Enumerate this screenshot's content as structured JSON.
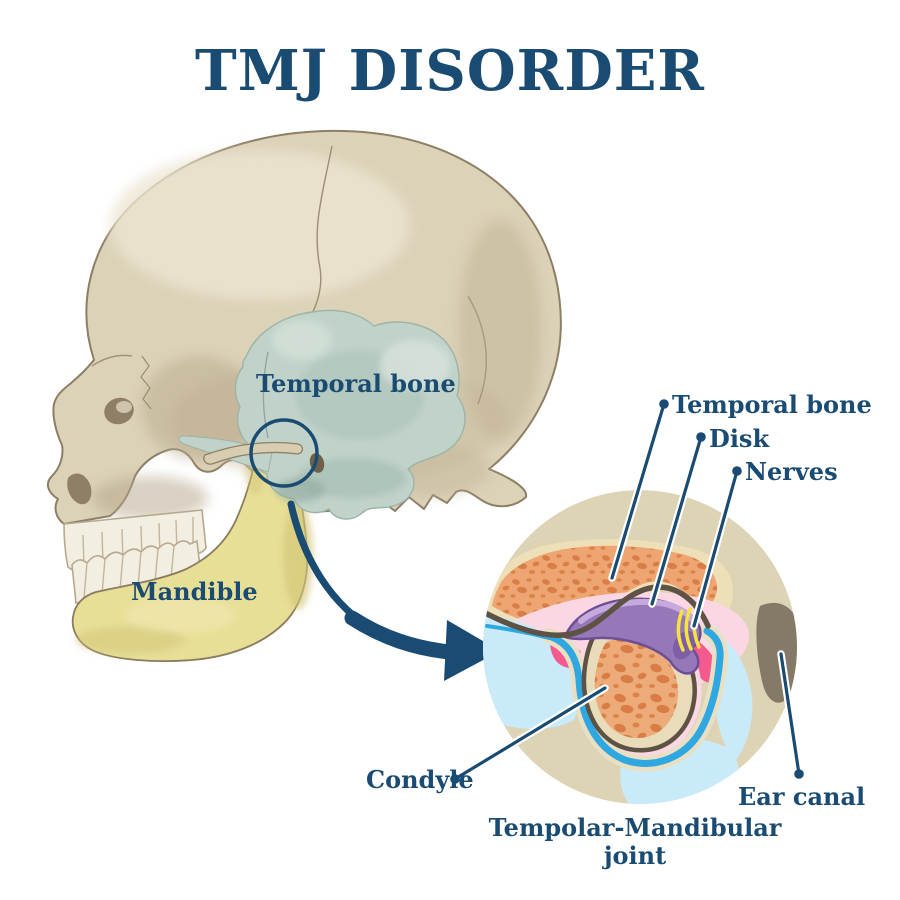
{
  "title": "TMJ DISORDER",
  "skull": {
    "labels": {
      "temporal_bone": "Temporal bone",
      "mandible": "Mandible"
    }
  },
  "detail": {
    "labels": {
      "temporal_bone": "Temporal bone",
      "disk": "Disk",
      "nerves": "Nerves",
      "condyle": "Condyle",
      "ear_canal": "Ear canal"
    },
    "caption_line1": "Tempolar-Mandibular",
    "caption_line2": "joint"
  },
  "colors": {
    "navy_text_and_lines": "#1a4b72",
    "skull_bone_cream": "#dcd2b8",
    "temporal_bone_region_sage": "#c1d3c9",
    "mandible_yellow": "#e8df97",
    "detail_background_tan": "#ddd3b5",
    "synovial_fluid_light_blue": "#c9ebf9",
    "capsule_blue_line": "#2fa7e0",
    "cartilage_light_pink": "#fbd7e3",
    "capsule_hot_pink": "#f4598f",
    "disk_purple": "#9678b8",
    "nerves_yellow": "#f7e33c",
    "spongy_bone_orange": "#eea571",
    "bone_outline_brown": "#5d5244",
    "ear_canal_taupe": "#857968"
  }
}
